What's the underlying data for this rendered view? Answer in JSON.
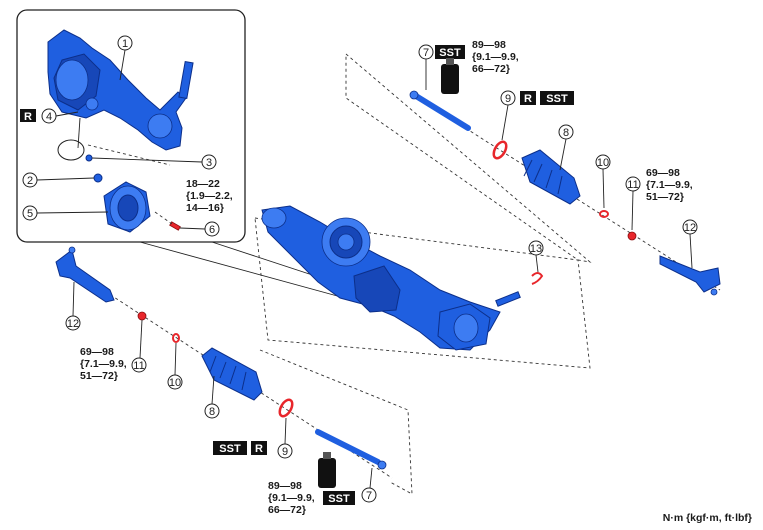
{
  "callouts": {
    "c1": "1",
    "c2": "2",
    "c3": "3",
    "c4": "4",
    "c5": "5",
    "c6": "6",
    "c7a": "7",
    "c7b": "7",
    "c8a": "8",
    "c8b": "8",
    "c9a": "9",
    "c9b": "9",
    "c10a": "10",
    "c10b": "10",
    "c11a": "11",
    "c11b": "11",
    "c12a": "12",
    "c12b": "12",
    "c13": "13"
  },
  "badges": {
    "r_inset": "R",
    "sst_top": "SST",
    "r_top9": "R",
    "sst_top9": "SST",
    "sst_bottom9": "SST",
    "r_bottom9": "R",
    "sst_bottom": "SST"
  },
  "specs": {
    "inset_6": [
      "18—22",
      "{1.9—2.2,",
      "14—16}"
    ],
    "top_7": [
      "89—98",
      "{9.1—9.9,",
      "66—72}"
    ],
    "right_11": [
      "69—98",
      "{7.1—9.9,",
      "51—72}"
    ],
    "left_11": [
      "69—98",
      "{7.1—9.9,",
      "51—72}"
    ],
    "bottom_7": [
      "89—98",
      "{9.1—9.9,",
      "66—72}"
    ]
  },
  "units": "N·m {kgf·m, ft·lbf}",
  "colors": {
    "part": "#1f5fe0",
    "red": "#e8262b",
    "badge": "#111111"
  }
}
